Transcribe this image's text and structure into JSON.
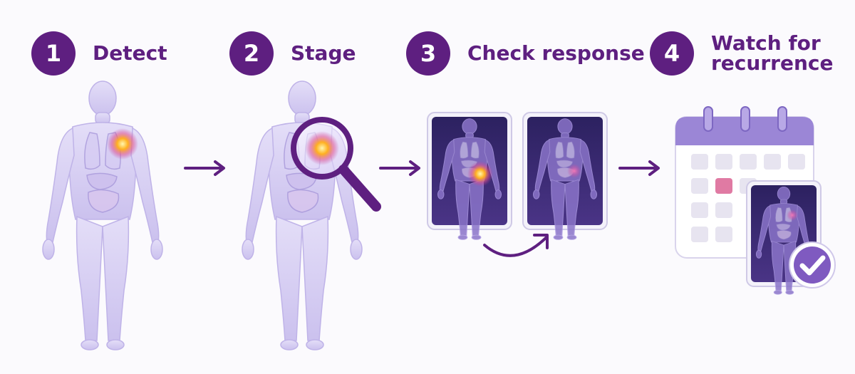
{
  "steps": [
    {
      "number": "1",
      "title": "Detect"
    },
    {
      "number": "2",
      "title": "Stage"
    },
    {
      "number": "3",
      "title": "Check response"
    },
    {
      "number": "4",
      "title": "Watch for recurrence"
    }
  ],
  "colors": {
    "primary": "#5e1f80",
    "body_fill": "#d8d0f2",
    "scan_bg": "#3a2a6e",
    "highlight": "#ffd24a",
    "calendar_header": "#9b86d6",
    "calendar_marked": "#e07aa3"
  },
  "icons": {
    "flow_arrow": "arrow-right-icon",
    "magnifier": "magnifier-icon",
    "calendar": "calendar-icon",
    "check": "check-icon"
  }
}
